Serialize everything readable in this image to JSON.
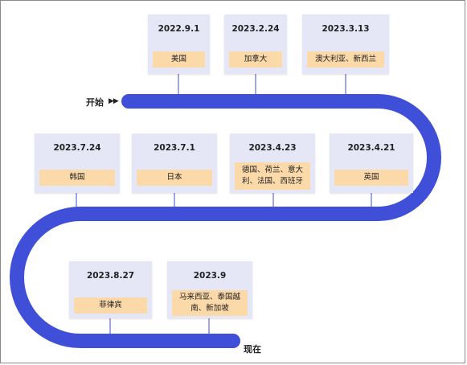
{
  "start_label": "开始",
  "start_arrows": "▶▶",
  "end_label": "现在",
  "colors": {
    "track": "#3f4fd8",
    "card": "#e6e7f6",
    "tag": "#fcd9a9",
    "connector": "#3f4fd8"
  },
  "events": [
    {
      "date": "2022.9.1",
      "countries": "美国"
    },
    {
      "date": "2023.2.24",
      "countries": "加拿大"
    },
    {
      "date": "2023.3.13",
      "countries": "澳大利亚、新西兰"
    },
    {
      "date": "2023.4.21",
      "countries": "英国"
    },
    {
      "date": "2023.4.23",
      "countries": "德国、荷兰、意大利、法国、西班牙"
    },
    {
      "date": "2023.7.1",
      "countries": "日本"
    },
    {
      "date": "2023.7.24",
      "countries": "韩国"
    },
    {
      "date": "2023.8.27",
      "countries": "菲律宾"
    },
    {
      "date": "2023.9",
      "countries": "马来西亚、泰国越南、新加坡"
    }
  ]
}
